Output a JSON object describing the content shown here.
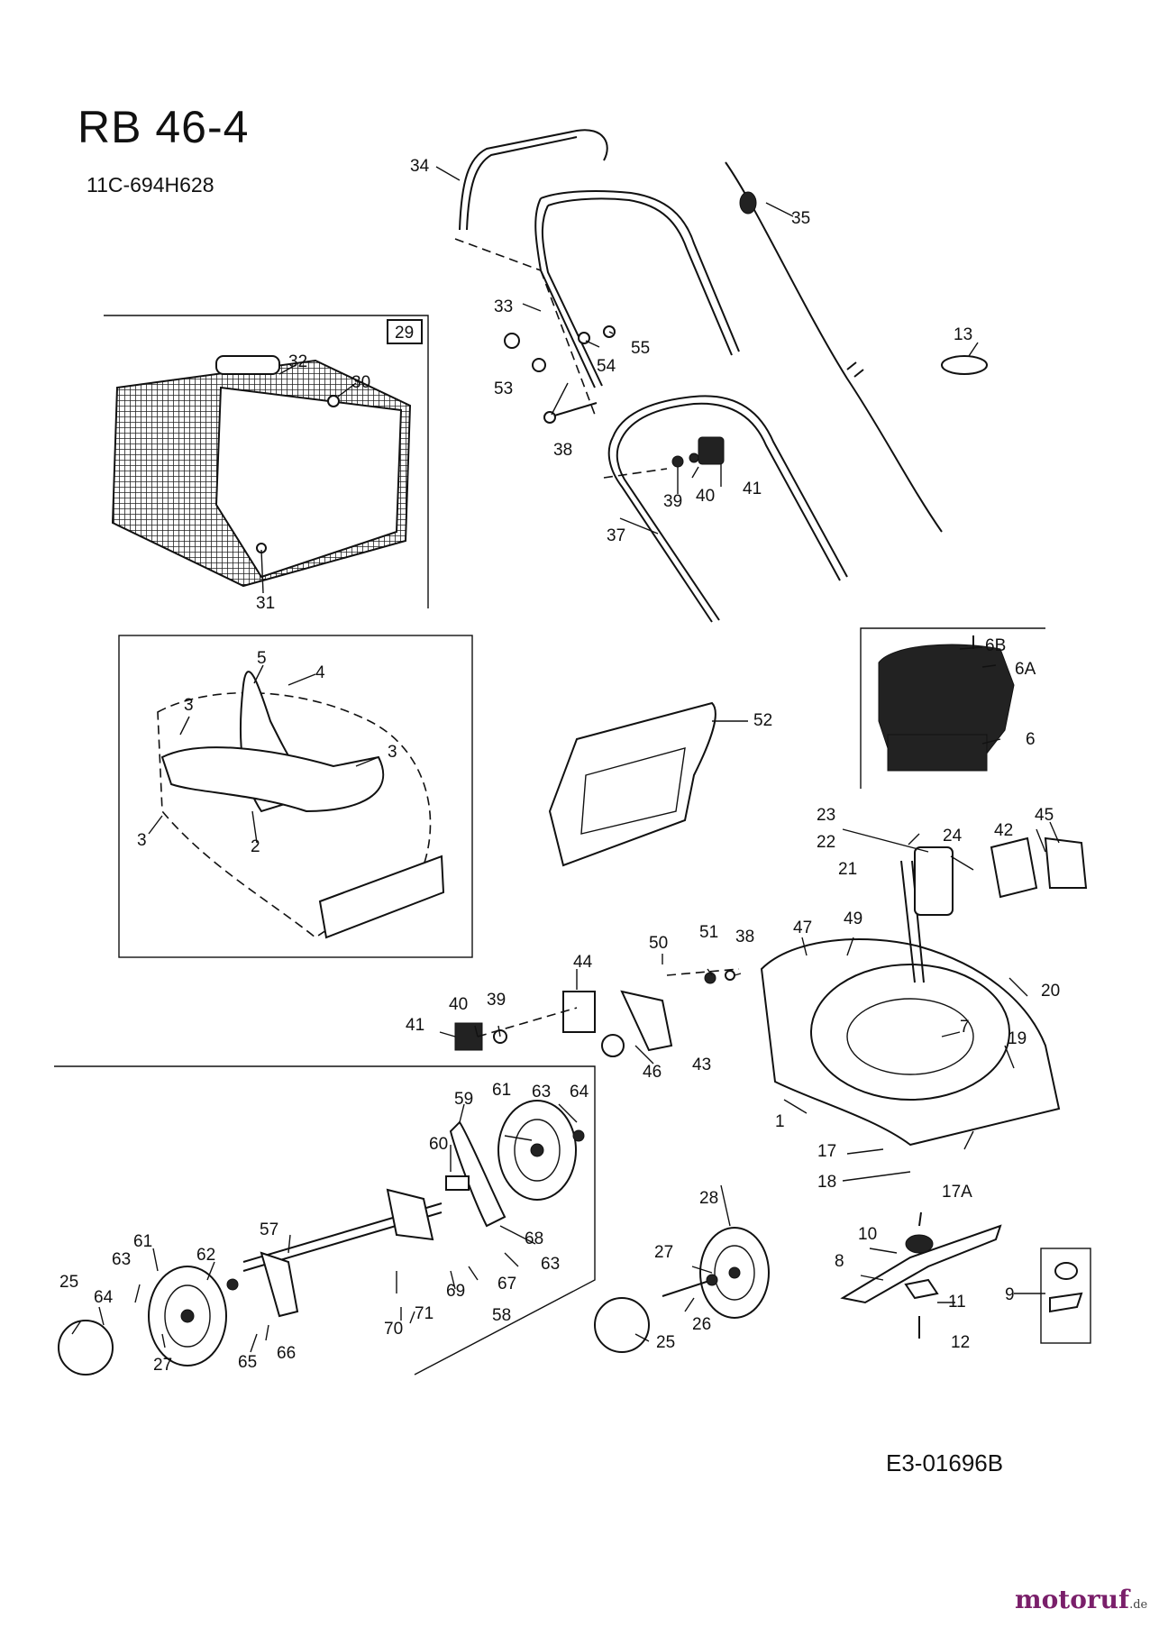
{
  "title": "RB 46-4",
  "model_code": "11C-694H628",
  "drawing_code": "E3-01696B",
  "logo": {
    "name": "motoruf",
    "tld": ".de"
  },
  "labels": {
    "p34": "34",
    "p35": "35",
    "p33": "33",
    "p55": "55",
    "p54": "54",
    "p53": "53",
    "p38a": "38",
    "p13": "13",
    "p29": "29",
    "p32": "32",
    "p30": "30",
    "p31": "31",
    "p39a": "39",
    "p40a": "40",
    "p41a": "41",
    "p37": "37",
    "p6b": "6B",
    "p6a": "6A",
    "p6": "6",
    "p5": "5",
    "p4": "4",
    "p3a": "3",
    "p3b": "3",
    "p3c": "3",
    "p2": "2",
    "p52": "52",
    "p23": "23",
    "p24": "24",
    "p22": "22",
    "p21": "21",
    "p42": "42",
    "p45": "45",
    "p47": "47",
    "p49": "49",
    "p50": "50",
    "p51": "51",
    "p38b": "38",
    "p44": "44",
    "p40b": "40",
    "p39b": "39",
    "p41b": "41",
    "p46": "46",
    "p43": "43",
    "p20": "20",
    "p7": "7",
    "p19": "19",
    "p1": "1",
    "p17": "17",
    "p18": "18",
    "p17a": "17A",
    "p59": "59",
    "p61a": "61",
    "p63a": "63",
    "p64a": "64",
    "p60": "60",
    "p68": "68",
    "p63b": "63",
    "p67": "67",
    "p69": "69",
    "p58": "58",
    "p70": "70",
    "p71": "71",
    "p57": "57",
    "p62": "62",
    "p61b": "61",
    "p63c": "63",
    "p64b": "64",
    "p25a": "25",
    "p27a": "27",
    "p65": "65",
    "p66": "66",
    "p28": "28",
    "p27b": "27",
    "p26": "26",
    "p25b": "25",
    "p10": "10",
    "p8": "8",
    "p11": "11",
    "p12": "12",
    "p9": "9"
  }
}
